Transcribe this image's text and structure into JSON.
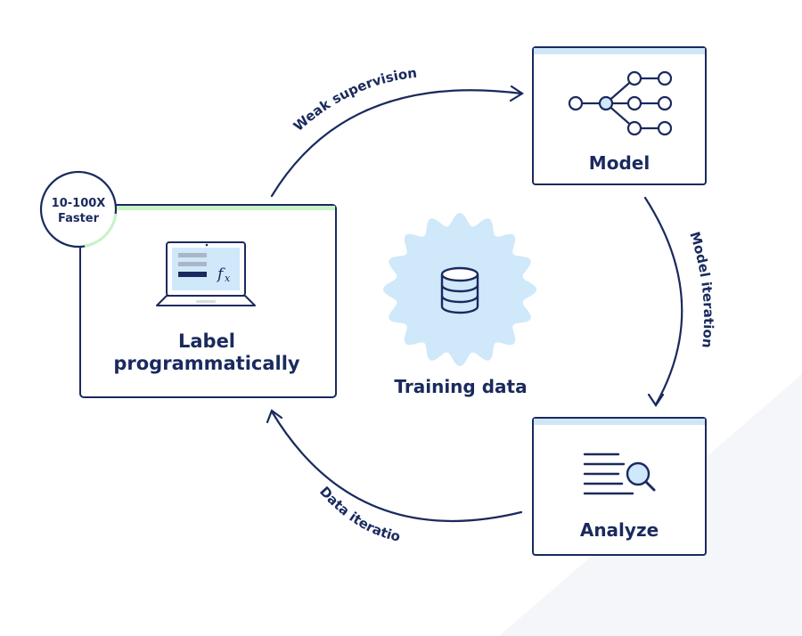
{
  "badge": {
    "line1": "10-100X",
    "line2": "Faster"
  },
  "label_box": {
    "line1": "Label",
    "line2": "programmatically"
  },
  "model_box": {
    "title": "Model"
  },
  "analyze_box": {
    "title": "Analyze"
  },
  "center": {
    "title": "Training data"
  },
  "arcs": {
    "weak_supervision": "Weak supervision",
    "model_iteration": "Model iteration",
    "data_iteration": "Data iteration"
  },
  "colors": {
    "navy": "#1a2a5e",
    "light_blue": "#cfe8fa",
    "green_accent": "#c9f2c7",
    "box_header_blue": "#cfe6f7"
  }
}
